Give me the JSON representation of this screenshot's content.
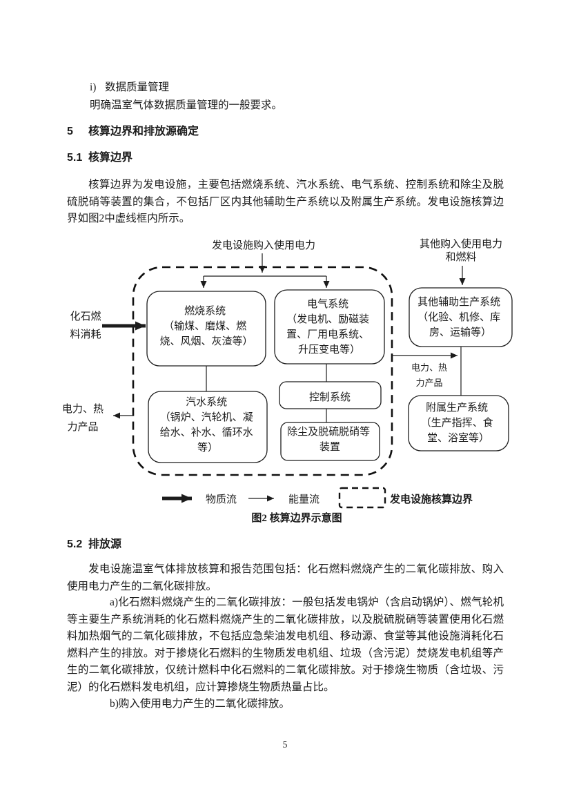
{
  "page": {
    "number": "5"
  },
  "intro": {
    "item_i_label": "i)",
    "item_i_text": "数据质量管理",
    "item_i_para": "明确温室气体数据质量管理的一般要求。"
  },
  "section5": {
    "number": "5",
    "title": "核算边界和排放源确定"
  },
  "section5_1": {
    "number": "5.1",
    "title": "核算边界",
    "paragraph": "核算边界为发电设施，主要包括燃烧系统、汽水系统、电气系统、控制系统和除尘及脱硫脱硝等装置的集合，不包括厂区内其他辅助生产系统以及附属生产系统。发电设施核算边界如图2中虚线框内所示。"
  },
  "figure": {
    "caption": "图2 核算边界示意图",
    "top_label_left": "发电设施购入使用电力",
    "top_label_right_line1": "其他购入使用电力",
    "top_label_right_line2": "和燃料",
    "left_input_line1": "化石燃",
    "left_input_line2": "料消耗",
    "left_output_line1": "电力、热",
    "left_output_line2": "力产品",
    "right_output_line1": "电力、热",
    "right_output_line2": "力产品",
    "boxes": {
      "combustion": [
        "燃烧系统",
        "（输煤、磨煤、燃",
        "烧、风烟、灰渣等）"
      ],
      "electrical": [
        "电气系统",
        "（发电机、励磁装",
        "置、厂用电系统、",
        "升压变电等）"
      ],
      "steam_water": [
        "汽水系统",
        "（锅炉、汽轮机、凝",
        "给水、补水、循环水",
        "等）"
      ],
      "control": [
        "控制系统"
      ],
      "dedusting": [
        "除尘及脱硫脱硝等",
        "装置"
      ],
      "auxiliary": [
        "其他辅助生产系统",
        "（化验、机修、库",
        "房、运输等）"
      ],
      "attached": [
        "附属生产系统",
        "（生产指挥、食",
        "堂、浴室等）"
      ]
    },
    "legend": {
      "material_flow": "物质流",
      "energy_flow": "能量流",
      "boundary": "发电设施核算边界"
    }
  },
  "section5_2": {
    "number": "5.2",
    "title": "排放源",
    "paragraph": "发电设施温室气体排放核算和报告范围包括：化石燃料燃烧产生的二氧化碳排放、购入使用电力产生的二氧化碳排放。",
    "item_a_label": "a)",
    "item_a_text": "化石燃料燃烧产生的二氧化碳排放：一般包括发电锅炉（含启动锅炉）、燃气轮机等主要生产系统消耗的化石燃料燃烧产生的二氧化碳排放，以及脱硫脱硝等装置使用化石燃料加热烟气的二氧化碳排放，不包括应急柴油发电机组、移动源、食堂等其他设施消耗化石燃料产生的排放。对于掺烧化石燃料的生物质发电机组、垃圾（含污泥）焚烧发电机组等产生的二氧化碳排放，仅统计燃料中化石燃料的二氧化碳排放。对于掺烧生物质（含垃圾、污泥）的化石燃料发电机组，应计算掺烧生物质热量占比。",
    "item_b_label": "b)",
    "item_b_text": "购入使用电力产生的二氧化碳排放。"
  },
  "colors": {
    "background": "#ffffff",
    "text": "#1c1c1c",
    "line": "#1c1c1c"
  }
}
